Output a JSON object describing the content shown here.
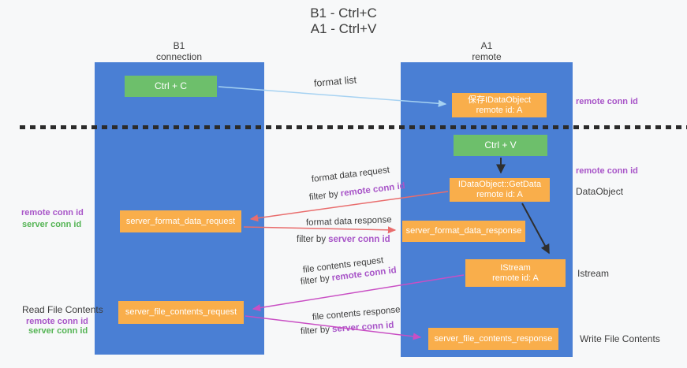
{
  "title": {
    "line1": "B1 - Ctrl+C",
    "line2": "A1 - Ctrl+V"
  },
  "colors": {
    "lane_blue": "#4a7fd4",
    "box_orange": "#f9ae4b",
    "box_green": "#6dbf6b",
    "text_purple": "#a855c8",
    "text_green": "#54b454",
    "arrow_blue": "#a6d2f2",
    "arrow_red": "#e96d6d",
    "arrow_magenta": "#c94fc4",
    "arrow_black": "#2f2f2f"
  },
  "lanes": {
    "left": {
      "title": "B1",
      "subtitle": "connection"
    },
    "right": {
      "title": "A1",
      "subtitle": "remote"
    }
  },
  "nodes": {
    "ctrl_c": {
      "label": "Ctrl + C"
    },
    "save_dataobject": {
      "line1": "保存IDataObject",
      "line2": "remote id: A"
    },
    "ctrl_v": {
      "label": "Ctrl + V"
    },
    "getdata": {
      "line1": "IDataObject::GetData",
      "line2": "remote id: A"
    },
    "server_format_data_request": {
      "label": "server_format_data_request"
    },
    "server_format_data_response": {
      "label": "server_format_data_response"
    },
    "istream": {
      "line1": "IStream",
      "line2": "remote id: A"
    },
    "server_file_contents_request": {
      "label": "server_file_contents_request"
    },
    "server_file_contents_response": {
      "label": "server_file_contents_response"
    }
  },
  "edge_labels": {
    "format_list": "format list",
    "format_data_request": "format data request",
    "format_data_response": "format data response",
    "file_contents_request": "file contents request",
    "file_contents_response": "file contents response",
    "filter_by": "filter by",
    "remote_conn_id": "remote conn id",
    "server_conn_id": "server conn id"
  },
  "annotations": {
    "left_format": {
      "remote": "remote conn id",
      "server": "server conn id"
    },
    "left_file": {
      "title": "Read File Contents",
      "remote": "remote conn id",
      "server": "server conn id"
    },
    "right": {
      "remote_conn_id_top": "remote conn id",
      "remote_conn_id_mid": "remote conn id",
      "dataobject": "DataObject",
      "istream": "Istream",
      "write_file_contents": "Write File Contents"
    }
  }
}
